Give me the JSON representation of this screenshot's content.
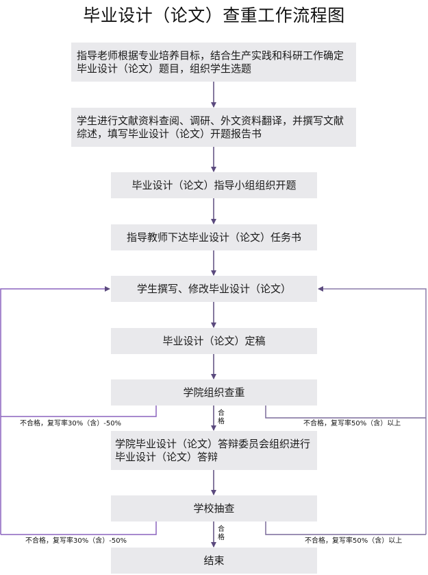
{
  "title": "毕业设计（论文）查重工作流程图",
  "colors": {
    "box_fill": "#e9e9ec",
    "main_arrow": "#5b4a7e",
    "loop_line": "#8a62bd"
  },
  "steps": [
    {
      "id": "s1",
      "text": "指导老师根据专业培养目标，结合生产实践和科研工作确定毕业设计（论文）题目，组织学生选题"
    },
    {
      "id": "s2",
      "text": "学生进行文献资料查阅、调研、外文资料翻译，并撰写文献综述，填写毕业设计（论文）开题报告书"
    },
    {
      "id": "s3",
      "text": "毕业设计（论文）指导小组组织开题"
    },
    {
      "id": "s4",
      "text": "指导教师下达毕业设计（论文）任务书"
    },
    {
      "id": "s5",
      "text": "学生撰写、修改毕业设计（论文）"
    },
    {
      "id": "s6",
      "text": "毕业设计（论文）定稿"
    },
    {
      "id": "s7",
      "text": "学院组织查重"
    },
    {
      "id": "s8",
      "text": "学院毕业设计（论文）答辩委员会组织进行毕业设计（论文）答辩"
    },
    {
      "id": "s9",
      "text": "学校抽查"
    },
    {
      "id": "s10",
      "text": "结束"
    }
  ],
  "edge_labels": {
    "pass": "合格",
    "college_fail_30_50": "不合格，复写率30%（含）-50%",
    "college_fail_50_up": "不合格，复写率50%（含）以上",
    "school_fail_30_50": "不合格，复写率30%（含）-50%",
    "school_fail_50_up": "不合格，复写率50%（含）以上"
  }
}
